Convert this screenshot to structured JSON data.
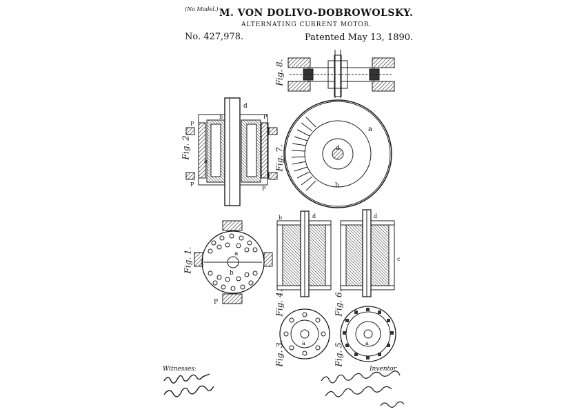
{
  "header": {
    "no_model": "(No Model.)",
    "inventor_name": "M. VON DOLIVO-DOBROWOLSKY.",
    "title": "ALTERNATING CURRENT MOTOR.",
    "patent_number": "No. 427,978.",
    "patent_date": "Patented May 13, 1890."
  },
  "figures": {
    "fig1": "Fig. 1.",
    "fig2": "Fig. 2.",
    "fig3": "Fig. 3.",
    "fig4": "Fig. 4.",
    "fig5": "Fig. 5.",
    "fig6": "Fig. 6.",
    "fig7": "Fig. 7.",
    "fig8": "Fig. 8."
  },
  "footer": {
    "witnesses_label": "Witnesses:",
    "inventor_label": "Inventor"
  },
  "ink_color": "#1a1a1a"
}
